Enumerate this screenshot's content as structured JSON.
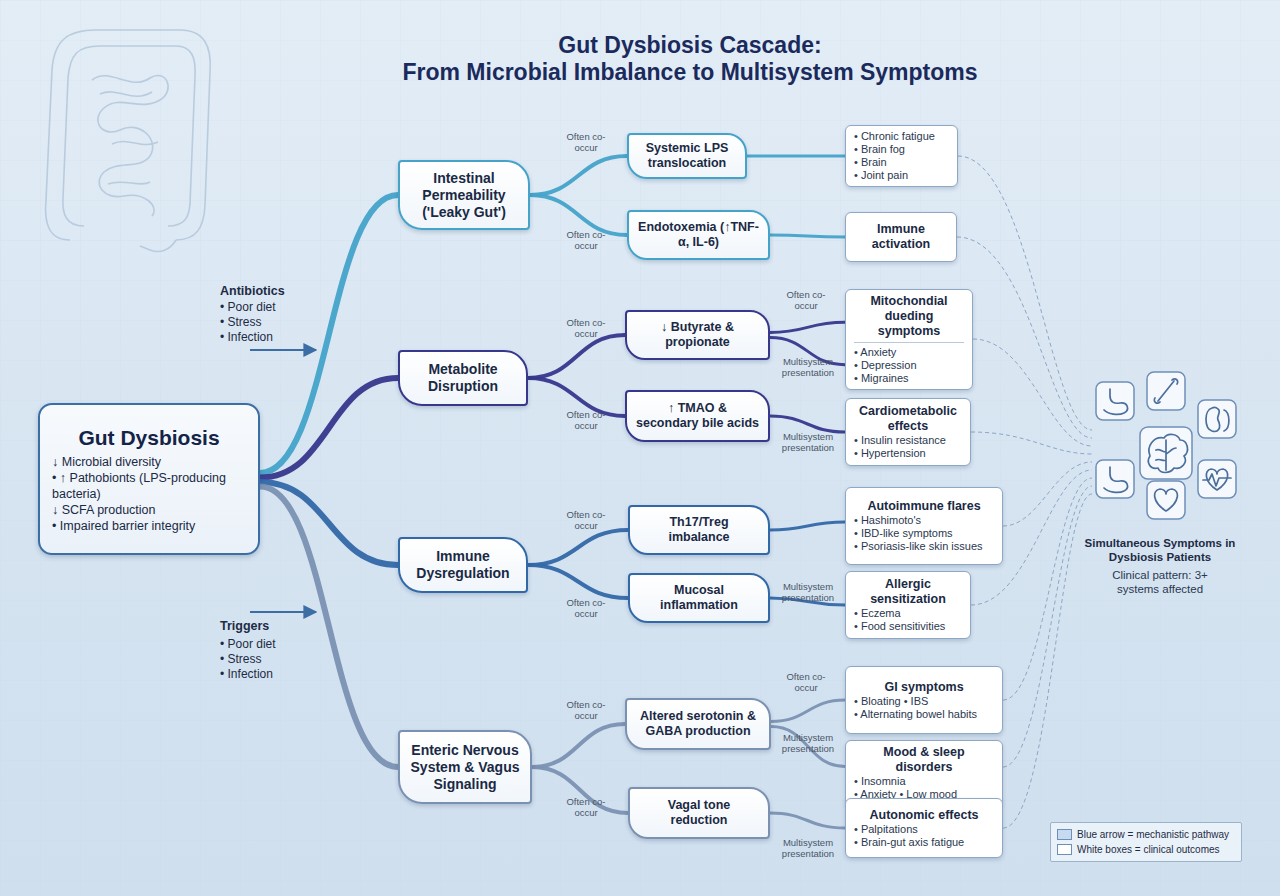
{
  "diagram": {
    "title": "Gut Dysbiosis Cascade:",
    "nodes": [
      {
        "text": [
          "Gut Dysbiosis",
          "↓ Microbial diversity",
          "• ↑ Pathobionts (LPS-producing bacteria)",
          "↓ SCFA production",
          "• Impaired barrier integrity"
        ]
      },
      {
        "text": [
          "Intestinal Permeability ('Leaky Gut')"
        ]
      },
      {
        "text": [
          "Metabolite Disruption"
        ]
      },
      {
        "text": [
          "Immune Dysregulation"
        ]
      },
      {
        "text": [
          "Enteric Nervous System & Vagus Signaling"
        ]
      },
      {
        "text": [
          "Systemic LPS translocation"
        ]
      },
      {
        "text": [
          "Endotoxemia (↑TNF-α, IL-6)"
        ]
      },
      {
        "text": [
          "↓ Butyrate & propionate"
        ]
      },
      {
        "text": [
          "↑ TMAO & secondary bile acids"
        ]
      },
      {
        "text": [
          "Th17/Treg imbalance"
        ]
      },
      {
        "text": [
          "Mucosal inflammation"
        ]
      },
      {
        "text": [
          "Altered serotonin & GABA production"
        ]
      },
      {
        "text": [
          "Vagal tone reduction"
        ]
      },
      {
        "text": [
          "• Chronic fatigue",
          "• Brain fog",
          "• Brain",
          "• Joint pain"
        ]
      },
      {
        "text": [
          "Immune activation"
        ]
      },
      {
        "text": [
          "Mitochondial dueding symptoms",
          "• Anxiety",
          "• Depression",
          "• Migraines"
        ]
      },
      {
        "text": [
          "Cardiometabolic effects",
          "• Insulin resistance",
          "• Hypertension"
        ]
      },
      {
        "text": [
          "Autoimmune flares",
          "• Hashimoto's",
          "• IBD-like symptoms",
          "• Psoriasis-like skin issues"
        ]
      },
      {
        "text": [
          "Allergic sensitization",
          "• Eczema",
          "• Food sensitivities"
        ]
      },
      {
        "text": [
          "GI symptoms",
          "• Bloating • IBS",
          "• Alternating bowel habits"
        ]
      },
      {
        "text": [
          "Mood & sleep disorders",
          "• Insomnia",
          "• Anxiety • Low mood"
        ]
      },
      {
        "text": [
          "Autonomic effects",
          "• Palpitations",
          "• Brain-gut axis fatigue"
        ]
      }
    ],
    "edges": [
      {
        "from": 0,
        "to": 1,
        "arrow": "none"
      },
      {
        "from": 0,
        "to": 2,
        "arrow": "none"
      },
      {
        "from": 0,
        "to": 3,
        "arrow": "none"
      },
      {
        "from": 0,
        "to": 4,
        "arrow": "none"
      },
      {
        "from": 1,
        "to": 5,
        "label": "Often co-occur",
        "arrow": "none"
      },
      {
        "from": 1,
        "to": 6,
        "label": "Often co-occur",
        "arrow": "none"
      },
      {
        "from": 2,
        "to": 7,
        "label": "Often co-occur",
        "arrow": "none"
      },
      {
        "from": 2,
        "to": 8,
        "label": "Often co-occur",
        "arrow": "none"
      },
      {
        "from": 3,
        "to": 9,
        "label": "Often co-occur",
        "arrow": "none"
      },
      {
        "from": 3,
        "to": 10,
        "label": "Often co-occur",
        "arrow": "none"
      },
      {
        "from": 4,
        "to": 11,
        "label": "Often co-occur",
        "arrow": "none"
      },
      {
        "from": 4,
        "to": 12,
        "label": "Often co-occur",
        "arrow": "none"
      },
      {
        "from": 5,
        "to": 13,
        "arrow": "none"
      },
      {
        "from": 6,
        "to": 14,
        "arrow": "none"
      },
      {
        "from": 7,
        "to": 15,
        "label": "Often co-occur",
        "arrow": "none"
      },
      {
        "from": 7,
        "to": 15,
        "label": "Multisystem presentation",
        "arrow": "none"
      },
      {
        "from": 8,
        "to": 16,
        "label": "Multisystem presentation",
        "arrow": "none"
      },
      {
        "from": 9,
        "to": 17,
        "arrow": "none"
      },
      {
        "from": 10,
        "to": 18,
        "label": "Multisystem presentation",
        "arrow": "none"
      },
      {
        "from": 11,
        "to": 19,
        "label": "Often co-occur",
        "arrow": "none"
      },
      {
        "from": 11,
        "to": 20,
        "label": "Multisystem presentation",
        "arrow": "none"
      },
      {
        "from": 12,
        "to": 21,
        "label": "Multisystem presentation",
        "arrow": "none"
      }
    ],
    "labels": [
      "From Microbial Imbalance to Multisystem Symptoms",
      "Antibiotics",
      "• Poor diet",
      "• Stress",
      "• Infection",
      "Triggers",
      "• Poor diet",
      "• Stress",
      "• Infection",
      "Simultaneous Symptoms in Dysbiosis Patients",
      "Clinical pattern: 3+ systems affected"
    ],
    "legend": [
      {
        "text": "Blue arrow = mechanistic pathway",
        "color": "#c6dbf1"
      },
      {
        "text": "White boxes = clinical outcomes",
        "color": "#ffffff"
      }
    ]
  }
}
